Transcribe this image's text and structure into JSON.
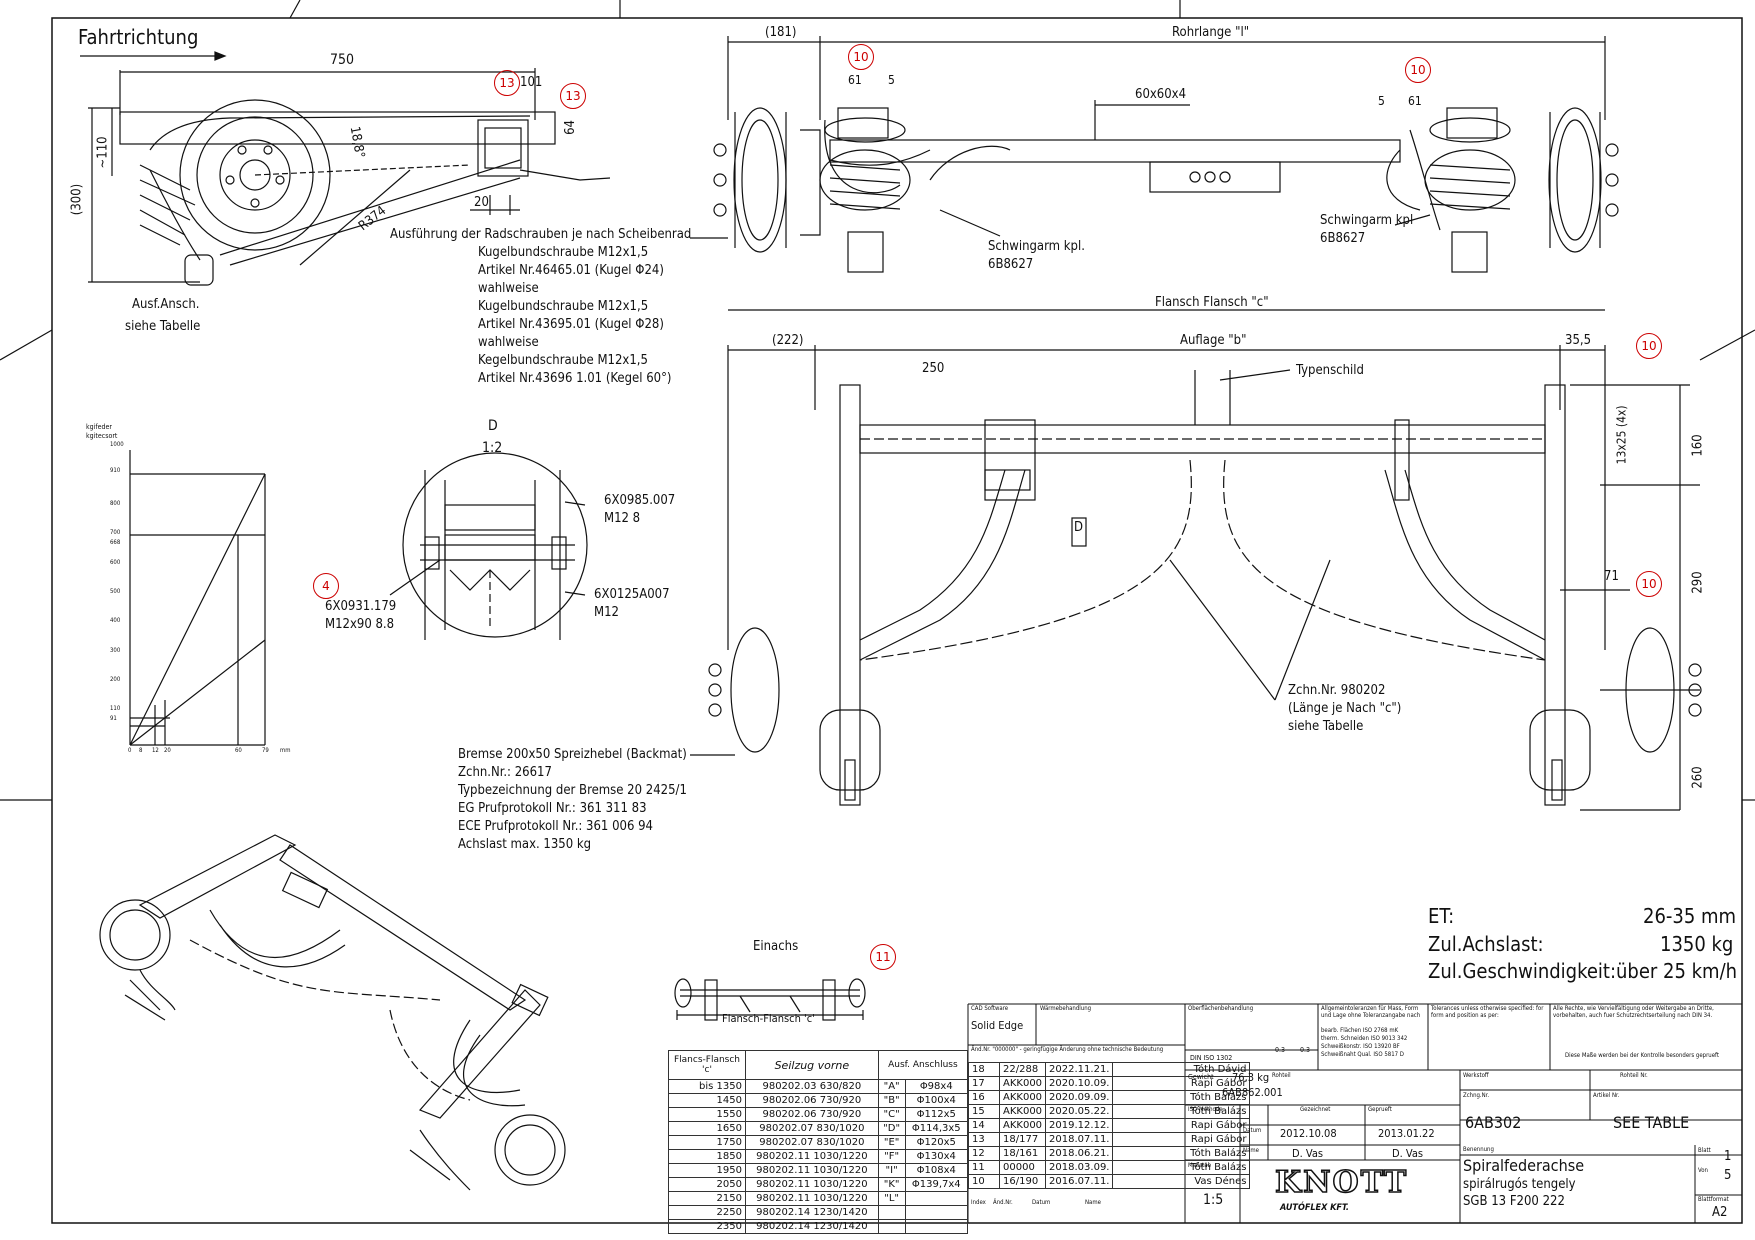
{
  "direction_label": "Fahrtrichtung",
  "side_view": {
    "dims": [
      "750",
      "101",
      "64",
      "~110",
      "(300)",
      "20",
      "R374",
      "18,8°"
    ],
    "balloons": [
      "13",
      "13"
    ],
    "ausf_note": [
      "Ausf.Ansch.",
      "siehe Tabelle"
    ],
    "wheel_bolt_notes": [
      "Ausführung der Radschrauben je nach Scheibenrad",
      "Kugelbundschraube M12x1,5",
      "Artikel Nr.46465.01 (Kugel Φ24)",
      "wahlweise",
      "Kugelbundschraube M12x1,5",
      "Artikel Nr.43695.01 (Kugel Φ28)",
      "wahlweise",
      "Kegelbundschraube M12x1,5",
      "Artikel Nr.43696 1.01 (Kegel 60°)"
    ]
  },
  "front_view": {
    "dims": [
      "(181)",
      "Rohrlange \"l\"",
      "61",
      "5",
      "60x60x4",
      "5",
      "61",
      "Flansch  Flansch \"c\""
    ],
    "balloons": [
      "10",
      "10"
    ],
    "swing_left": [
      "Schwingarm kpl.",
      "6B8627"
    ],
    "swing_right": [
      "Schwingarm kpl",
      "6B8627"
    ]
  },
  "top_view": {
    "dims": [
      "(222)",
      "Auflage \"b\"",
      "35,5",
      "250",
      "160",
      "13x25 (4x)",
      "290",
      "71",
      "260"
    ],
    "balloons": [
      "10",
      "10"
    ],
    "typenschild": "Typenschild",
    "detail_ref": "D",
    "zchn_note": [
      "Zchn.Nr. 980202",
      "(Länge je Nach \"c\")",
      "siehe Tabelle"
    ]
  },
  "detail": {
    "title": "D",
    "scale": "1:2",
    "balloon": "4",
    "left_note": [
      "6X0931.179",
      "M12x90 8.8"
    ],
    "right_top": [
      "6X0985.007",
      "M12 8"
    ],
    "right_bot": [
      "6X0125A007",
      "M12"
    ]
  },
  "graph": {
    "ylabel": [
      "kgifeder",
      "kgitecsort"
    ],
    "yticks": [
      "1000",
      "910",
      "800",
      "700",
      "668",
      "600",
      "500",
      "400",
      "300",
      "200",
      "110",
      "91"
    ],
    "xticks": [
      "0",
      "8",
      "12",
      "20",
      "60",
      "79",
      "mm"
    ]
  },
  "brake_note": [
    "Bremse 200x50 Spreizhebel (Backmat)",
    "Zchn.Nr.: 26617",
    "Typbezeichnung der Bremse 20 2425/1",
    "EG Prufprotokoll Nr.: 361 311 83",
    "ECE Prufprotokoll Nr.: 361 006 94",
    "Achslast max. 1350 kg"
  ],
  "einachs": {
    "label": "Einachs",
    "balloon": "11",
    "flange": "Flansch-Flansch 'c'"
  },
  "specs": [
    {
      "k": "ET:",
      "v": "26-35 mm"
    },
    {
      "k": "Zul.Achslast:",
      "v": "1350 kg"
    },
    {
      "k": "Zul.Geschwindigkeit:",
      "v": "über 25 km/h"
    }
  ],
  "flange_table": {
    "h1": "Flancs-Flansch 'c'",
    "h2": "Seilzug vorne",
    "h3": "Ausf. Anschluss",
    "rows": [
      [
        "bis 1350",
        "980202.03 630/820",
        "\"A\"",
        "Φ98x4"
      ],
      [
        "1450",
        "980202.06 730/920",
        "\"B\"",
        "Φ100x4"
      ],
      [
        "1550",
        "980202.06 730/920",
        "\"C\"",
        "Φ112x5"
      ],
      [
        "1650",
        "980202.07 830/1020",
        "\"D\"",
        "Φ114,3x5"
      ],
      [
        "1750",
        "980202.07 830/1020",
        "\"E\"",
        "Φ120x5"
      ],
      [
        "1850",
        "980202.11 1030/1220",
        "\"F\"",
        "Φ130x4"
      ],
      [
        "1950",
        "980202.11 1030/1220",
        "\"I\"",
        "Φ108x4"
      ],
      [
        "2050",
        "980202.11 1030/1220",
        "\"K\"",
        "Φ139,7x4"
      ],
      [
        "2150",
        "980202.11 1030/1220",
        "\"L\"",
        ""
      ],
      [
        "2250",
        "980202.14 1230/1420",
        "",
        ""
      ],
      [
        "2350",
        "980202.14 1230/1420",
        "",
        ""
      ]
    ]
  },
  "title_block": {
    "cad_label": "CAD Software",
    "cad": "Solid Edge",
    "heat_label": "Wärmebehandlung",
    "surf_label": "Oberflächenbehandlung",
    "tol_label": "Allgemeintoleranzen für Mass, Form und Lage ohne Toleranzangabe nach",
    "tol_rows": [
      "bearb. Flächen  ISO 2768 mK",
      "therm. Schneiden  ISO 9013 342",
      "Schweißkonstr.  ISO 13920 BF",
      "Schweißnaht Qual.  ISO 5817 D"
    ],
    "tol2_label": "Tolerances unless otherwise specified: for form and position as per:",
    "rights": "Alle Rechte, wie Vervielfältigung oder Weitergabe an Dritte, vorbehalten, auch fuer Schutzrechtserteilung nach DIN 34.",
    "din_note": "Diese Maße werden bei der Kontrolle besonders geprueft",
    "rev_note": "Änd.Nr. \"000000\" - geringfügige Änderung ohne technische Bedeutung",
    "revisions": [
      [
        "18",
        "22/288",
        "2022.11.21.",
        "Tóth Dávid"
      ],
      [
        "17",
        "AKK000",
        "2020.10.09.",
        "Rapi Gábor"
      ],
      [
        "16",
        "AKK000",
        "2020.09.09.",
        "Tóth Balázs"
      ],
      [
        "15",
        "AKK000",
        "2020.05.22.",
        "Tóth Balázs"
      ],
      [
        "14",
        "AKK000",
        "2019.12.12.",
        "Rapi Gábor"
      ],
      [
        "13",
        "18/177",
        "2018.07.11.",
        "Rapi Gábor"
      ],
      [
        "12",
        "18/161",
        "2018.06.21.",
        "Tóth Balázs"
      ],
      [
        "11",
        "00000",
        "2018.03.09.",
        "Tóth Balázs"
      ],
      [
        "10",
        "16/190",
        "2016.07.11.",
        "Vas Dénes"
      ]
    ],
    "rev_foot": [
      "Index",
      "Änd.Nr.",
      "Datum",
      "Name"
    ],
    "iso": "DIN ISO 1302",
    "iso_vals": [
      "0.3",
      "0.3"
    ],
    "weight_label": "Gewicht",
    "weight": "76,3 kg",
    "part_ref": "6AB862.001",
    "rohteil_label": "Rohteil",
    "iso_method": "ISO Methode",
    "drawn_label": "Gezeichnet",
    "checked_label": "Geprueft",
    "date_label": "Datum",
    "name_label": "Name",
    "drawn_date": "2012.10.08",
    "checked_date": "2013.01.22",
    "drawn_name": "D. Vas",
    "checked_name": "D. Vas",
    "scale_label": "Maßstab",
    "scale": "1:5",
    "logo": "KNOTT",
    "logo_sub": "AUTÓFLEX KFT.",
    "werkstoff": "Werkstoff",
    "rohteil_nr": "Rohteil Nr.",
    "zchn_label": "Zchng.Nr.",
    "zchn": "6AB302",
    "artikel_label": "Artikel Nr.",
    "artikel": "SEE TABLE",
    "benennung_label": "Benennung",
    "title1": "Spiralfederachse",
    "title2": "spirálrugós tengely",
    "title3": "SGB 13 F200  222",
    "blatt_label": "Blatt",
    "blatt": "1",
    "von_label": "Von",
    "von": "5",
    "format_label": "Blattformat",
    "format": "A2"
  }
}
